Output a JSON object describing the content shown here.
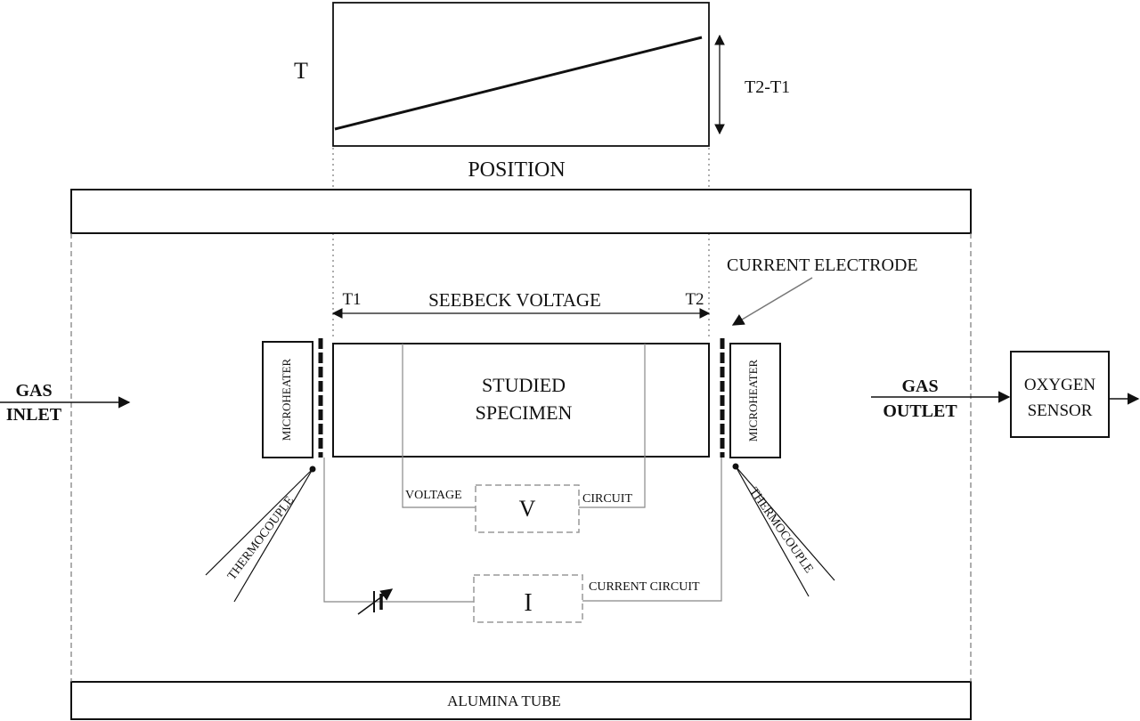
{
  "graph": {
    "y_axis_label": "T",
    "x_axis_label": "POSITION",
    "delta_label": "T2-T1"
  },
  "labels": {
    "t1": "T1",
    "t2": "T2",
    "seebeck_voltage": "SEEBECK VOLTAGE",
    "current_electrode": "CURRENT ELECTRODE",
    "specimen_line1": "STUDIED",
    "specimen_line2": "SPECIMEN",
    "microheater_left": "MICROHEATER",
    "microheater_right": "MICROHEATER",
    "gas_inlet_line1": "GAS",
    "gas_inlet_line2": "INLET",
    "gas_outlet_line1": "GAS",
    "gas_outlet_line2": "OUTLET",
    "oxygen_sensor_line1": "OXYGEN",
    "oxygen_sensor_line2": "SENSOR",
    "voltage": "VOLTAGE",
    "circuit": "CIRCUIT",
    "voltmeter": "V",
    "ammeter": "I",
    "current_circuit": "CURRENT CIRCUIT",
    "thermocouple_left": "THERMOCOUPLE",
    "thermocouple_right": "THERMOCOUPLE",
    "alumina_tube": "ALUMINA TUBE"
  }
}
